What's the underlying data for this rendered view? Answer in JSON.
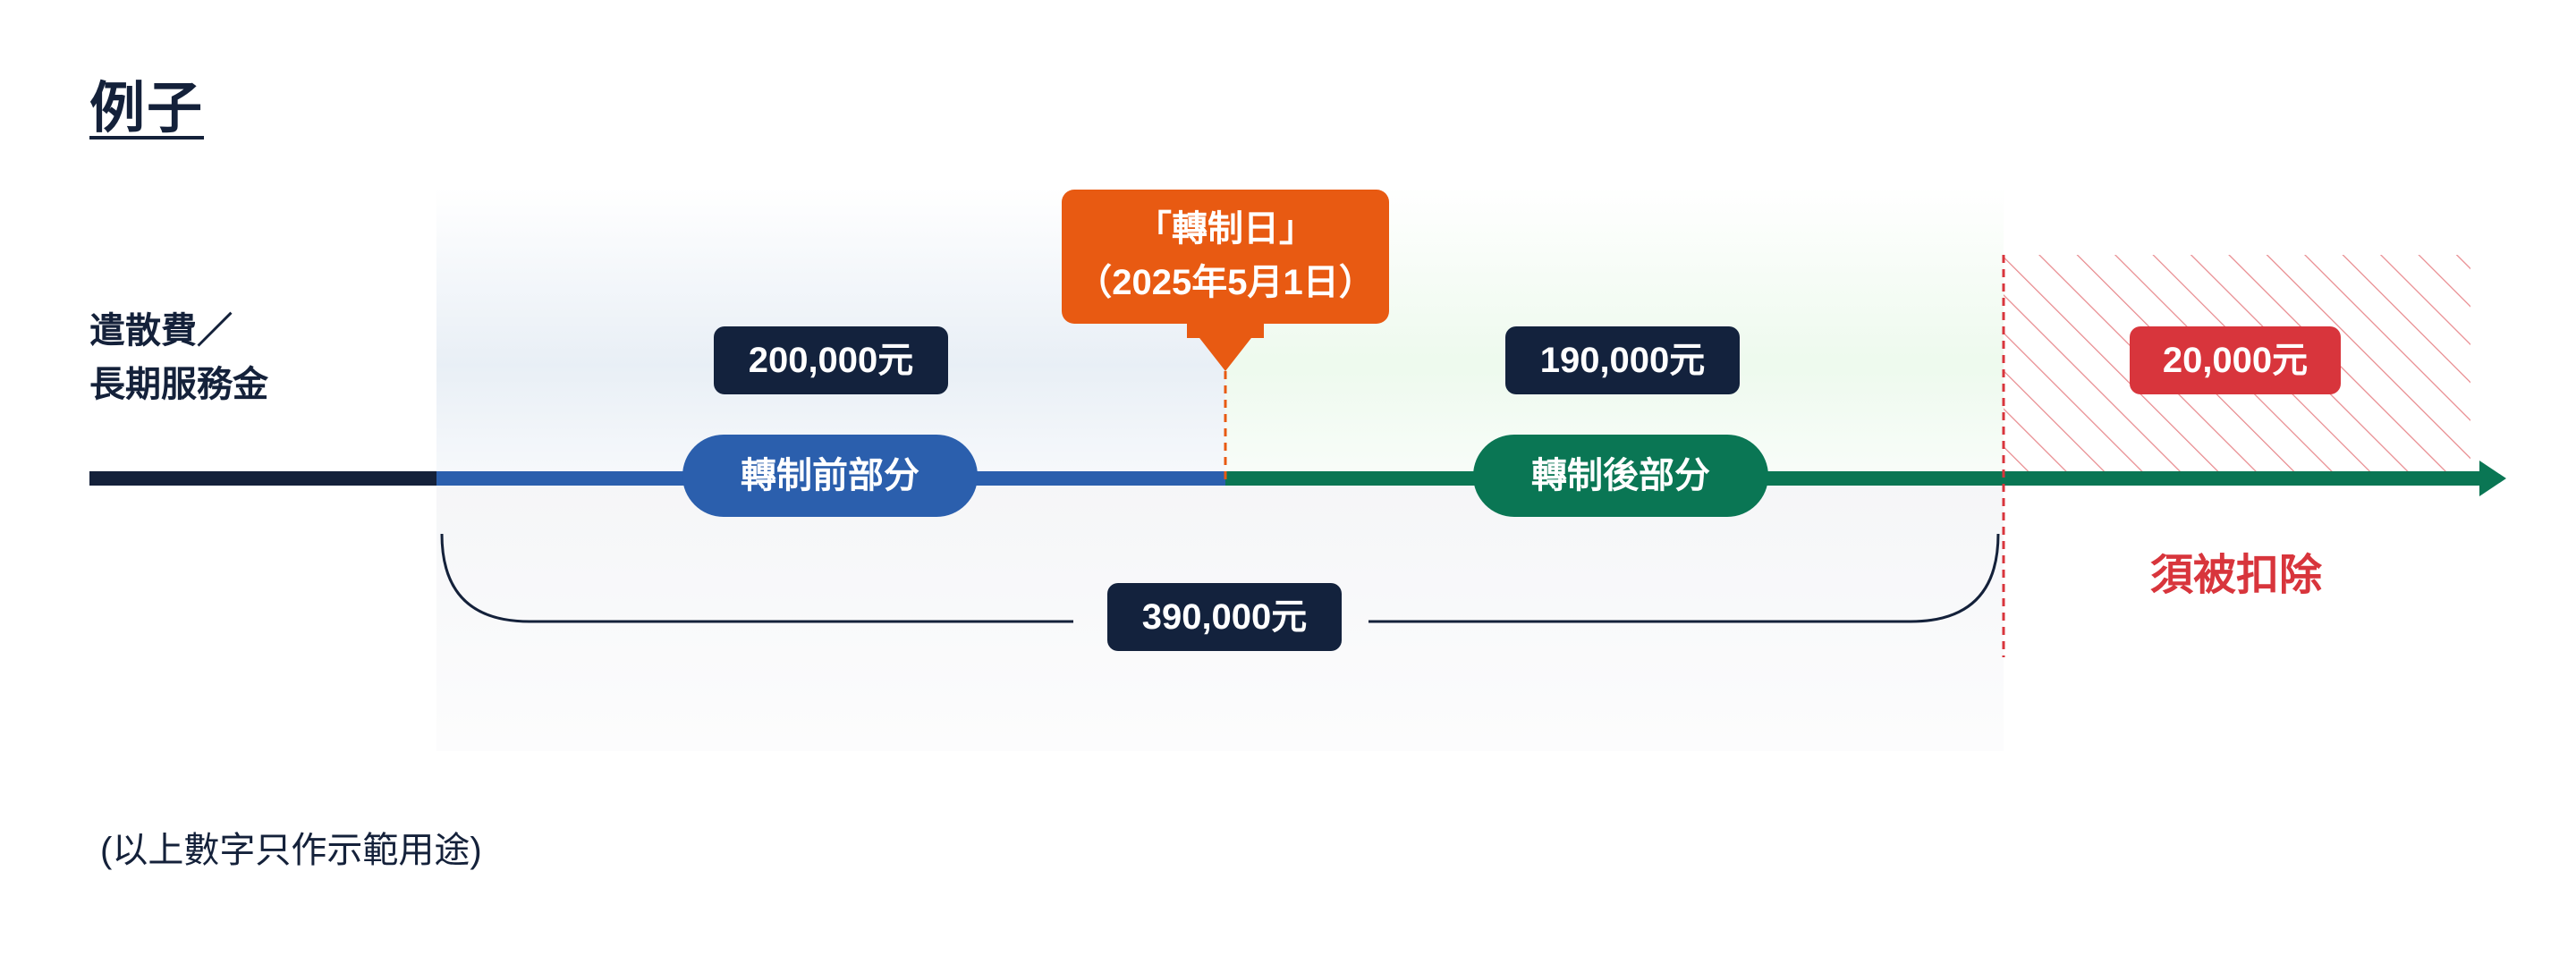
{
  "title": "例子",
  "left_label": {
    "line1": "遣散費／",
    "line2": "長期服務金"
  },
  "callout": {
    "line1": "「轉制日」",
    "line2": "（2025年5月1日）"
  },
  "amounts": {
    "before": "200,000元",
    "after": "190,000元",
    "excess": "20,000元",
    "total": "390,000元"
  },
  "segments": {
    "before_label": "轉制前部分",
    "after_label": "轉制後部分"
  },
  "deduct_label": "須被扣除",
  "footnote": "(以上數字只作示範用途)",
  "colors": {
    "navy": "#14213a",
    "before_blue": "#2b5fad",
    "after_green": "#0a7654",
    "callout_orange": "#e85a12",
    "deduct_red": "#d8353c"
  }
}
